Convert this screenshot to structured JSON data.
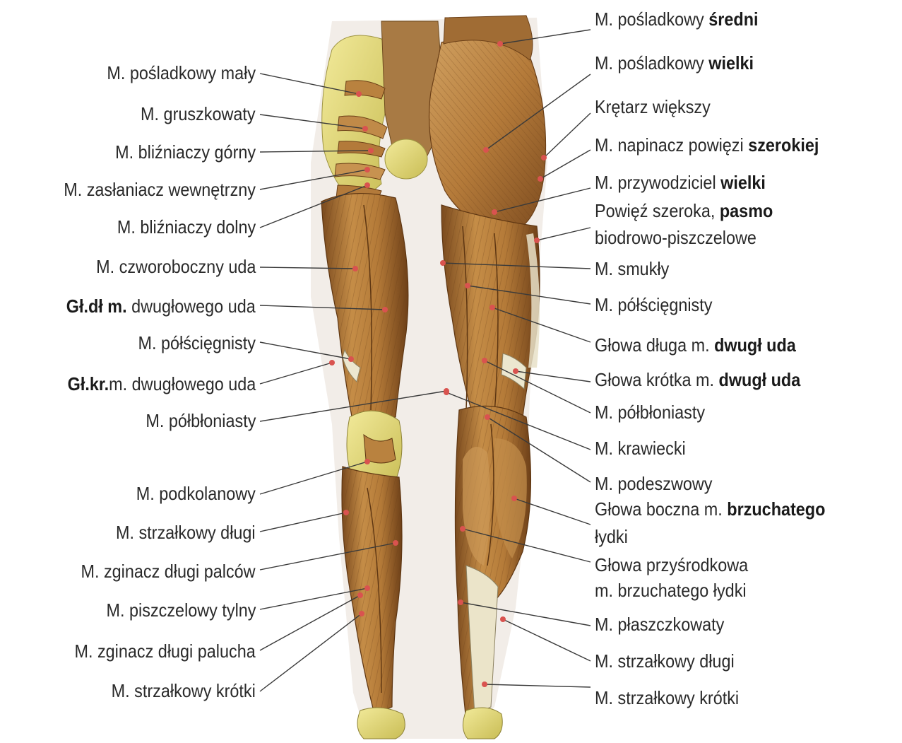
{
  "left_labels": [
    {
      "pre": "",
      "bold": "",
      "text": "M. pośladkowy mały"
    },
    {
      "pre": "",
      "bold": "",
      "text": "M. gruszkowaty"
    },
    {
      "pre": "",
      "bold": "",
      "text": "M. bliźniaczy górny"
    },
    {
      "pre": "",
      "bold": "",
      "text": "M. zasłaniacz wewnętrzny"
    },
    {
      "pre": "",
      "bold": "",
      "text": "M. bliźniaczy dolny"
    },
    {
      "pre": "",
      "bold": "",
      "text": "M. czworoboczny uda"
    },
    {
      "pre": "",
      "bold": "Gł.dł m.",
      "text": "dwugłowego uda"
    },
    {
      "pre": "",
      "bold": "",
      "text": "M. półścięgnisty"
    },
    {
      "pre": "",
      "bold": "Gł.kr.",
      "text": "m. dwugłowego uda"
    },
    {
      "pre": "",
      "bold": "",
      "text": "M. półbłoniasty"
    },
    {
      "pre": "",
      "bold": "",
      "text": "M. podkolanowy"
    },
    {
      "pre": "",
      "bold": "",
      "text": "M. strzałkowy długi"
    },
    {
      "pre": "",
      "bold": "",
      "text": "M. zginacz długi palców"
    },
    {
      "pre": "",
      "bold": "",
      "text": "M. piszczelowy tylny"
    },
    {
      "pre": "",
      "bold": "",
      "text": "M. zginacz długi palucha"
    },
    {
      "pre": "",
      "bold": "",
      "text": "M. strzałkowy krótki"
    }
  ],
  "right_labels": [
    {
      "text": "M. pośladkowy ",
      "bold": "średni"
    },
    {
      "text": "M. pośladkowy ",
      "bold": "wielki"
    },
    {
      "text": "Krętarz większy",
      "bold": ""
    },
    {
      "text": "M. napinacz powięzi ",
      "bold": "szerokiej"
    },
    {
      "text": "M. przywodziciel ",
      "bold": "wielki"
    },
    {
      "text": "Powięź szeroka, ",
      "bold": "pasmo"
    },
    {
      "text": "biodrowo-piszczelowe",
      "bold": ""
    },
    {
      "text": "M. smukły",
      "bold": ""
    },
    {
      "text": "M. półścięgnisty",
      "bold": ""
    },
    {
      "text": "Głowa długa m. ",
      "bold": "dwugł uda"
    },
    {
      "text": "Głowa krótka m. ",
      "bold": "dwugł uda"
    },
    {
      "text": "M. półbłoniasty",
      "bold": ""
    },
    {
      "text": "M. krawiecki",
      "bold": ""
    },
    {
      "text": "M. podeszwowy",
      "bold": ""
    },
    {
      "text": "Głowa boczna m. ",
      "bold": "brzuchatego"
    },
    {
      "text": "łydki",
      "bold": ""
    },
    {
      "text": "Głowa przyśrodkowa",
      "bold": ""
    },
    {
      "text": "m. brzuchatego łydki",
      "bold": ""
    },
    {
      "text": "M. płaszczkowaty",
      "bold": ""
    },
    {
      "text": "M. strzałkowy długi",
      "bold": ""
    },
    {
      "text": "M. strzałkowy krótki",
      "bold": ""
    }
  ],
  "colors": {
    "muscle": "#b9823f",
    "muscle_dark": "#7a4a1e",
    "muscle_light": "#d9ab6a",
    "bone": "#e6dd7a",
    "tendon": "#e9e3c6",
    "marker": "#d9534f",
    "line": "#3a3a3a"
  }
}
